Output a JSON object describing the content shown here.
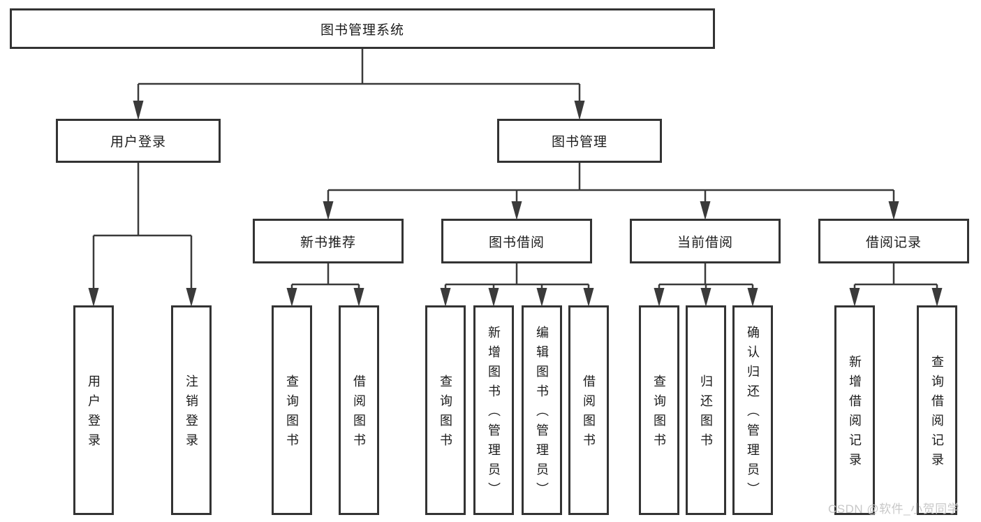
{
  "diagram": {
    "root": {
      "label": "图书管理系统"
    },
    "level2": [
      {
        "label": "用户登录"
      },
      {
        "label": "图书管理"
      }
    ],
    "level3": [
      {
        "label": "新书推荐"
      },
      {
        "label": "图书借阅"
      },
      {
        "label": "当前借阅"
      },
      {
        "label": "借阅记录"
      }
    ],
    "leaves": [
      {
        "label": "用户登录"
      },
      {
        "label": "注销登录"
      },
      {
        "label": "查询图书"
      },
      {
        "label": "借阅图书"
      },
      {
        "label": "查询图书"
      },
      {
        "label": "新增图书（管理员）"
      },
      {
        "label": "编辑图书（管理员）"
      },
      {
        "label": "借阅图书"
      },
      {
        "label": "查询图书"
      },
      {
        "label": "归还图书"
      },
      {
        "label": "确认归还（管理员）"
      },
      {
        "label": "新增借阅记录"
      },
      {
        "label": "查询借阅记录"
      }
    ]
  },
  "watermark": {
    "text": "CSDN @软件_小贺同学"
  },
  "colors": {
    "line": "#3a3a3a",
    "box_border": "#333333",
    "text": "#1c1c1c",
    "watermark": "#c8c8c8",
    "background": "#ffffff"
  }
}
